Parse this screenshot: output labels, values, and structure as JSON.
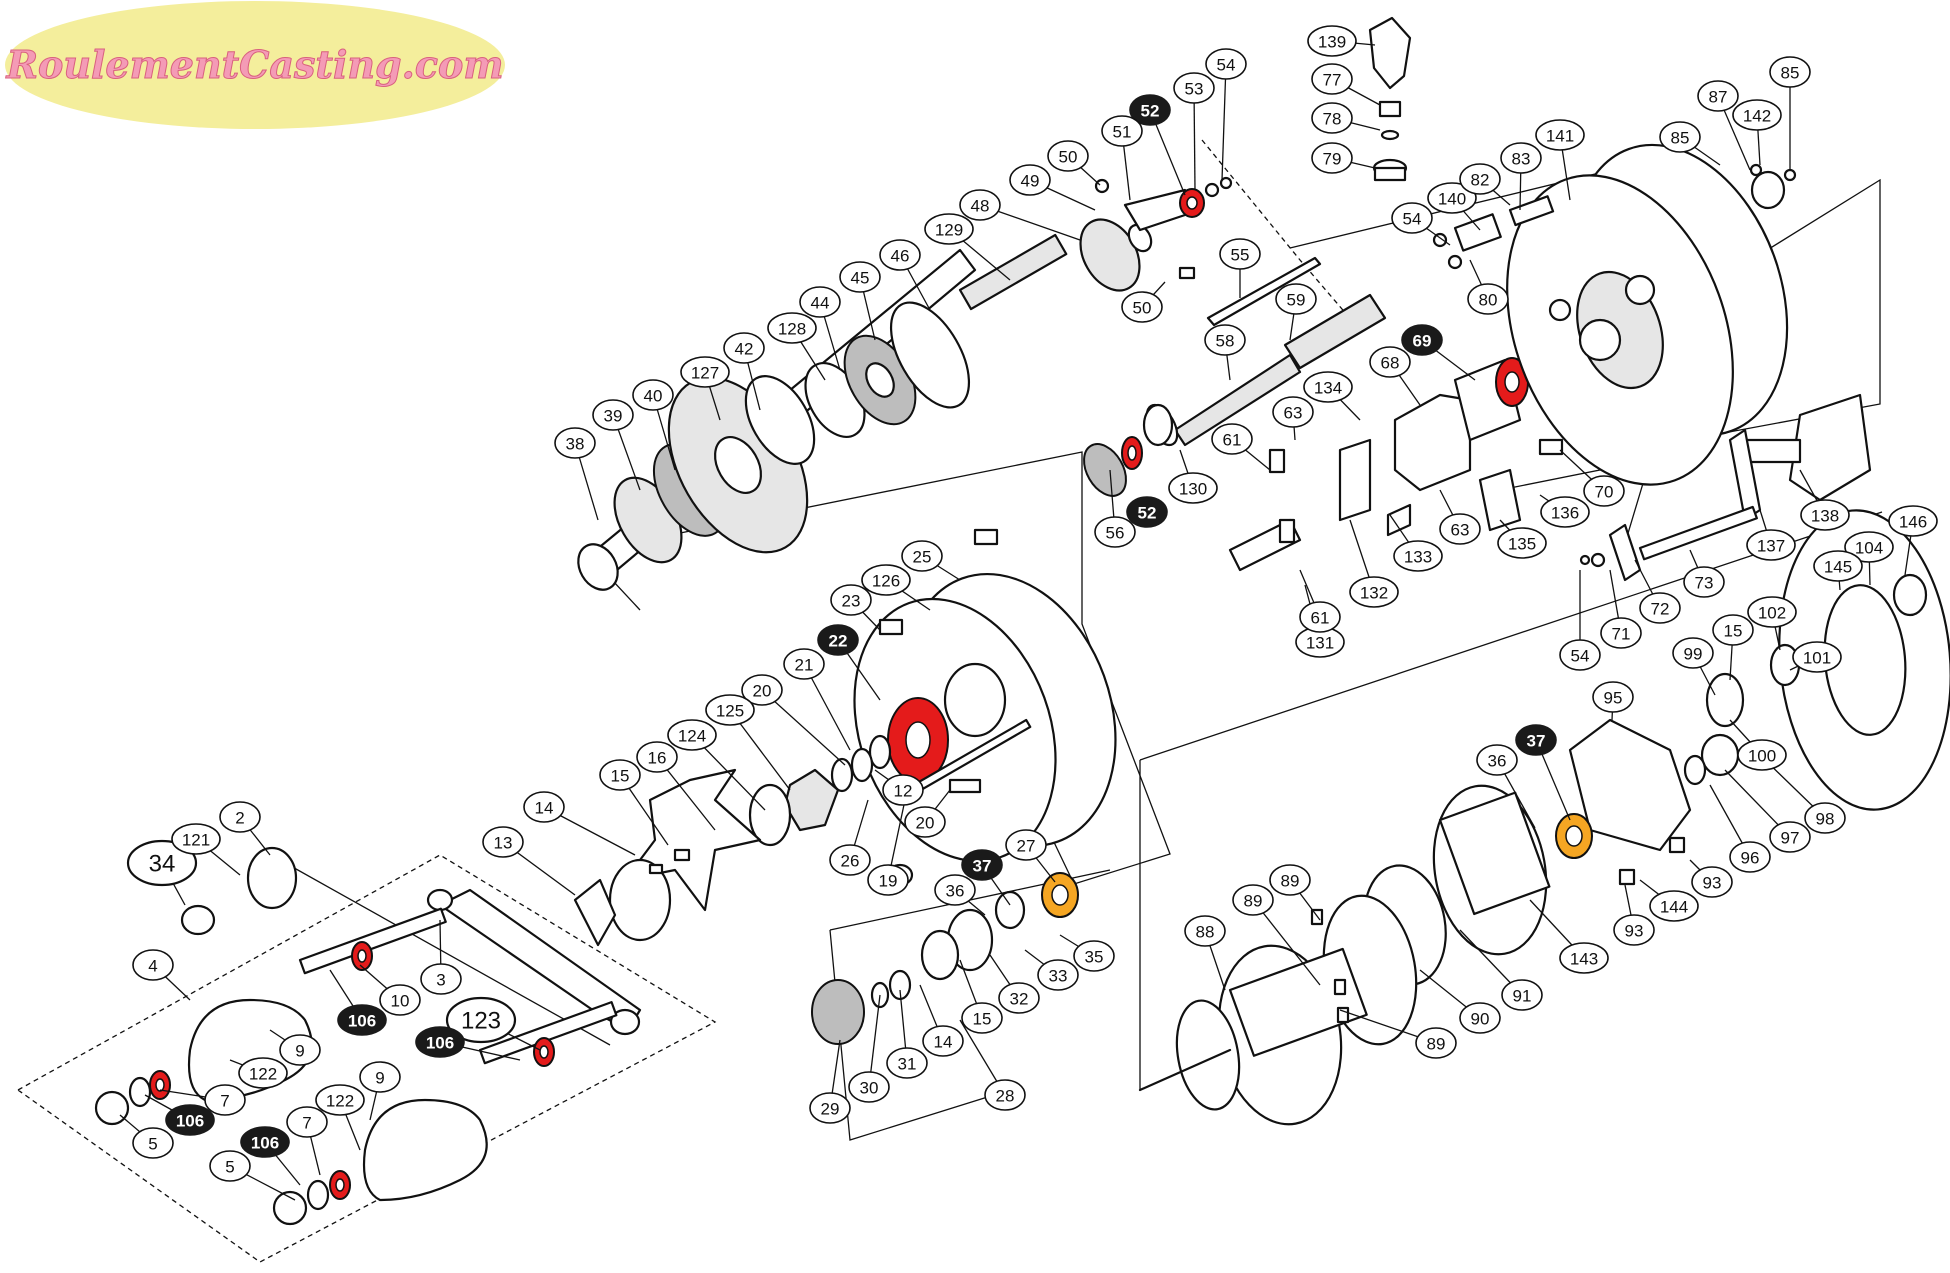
{
  "logo": {
    "text": "RoulementCasting.com"
  },
  "colors": {
    "bearing_red": "#e41b1b",
    "bearing_orange": "#f5a623",
    "logo_ellipse": "#f4ee9c",
    "logo_text": "#f49bb6"
  },
  "callouts": [
    {
      "id": "139",
      "style": "white"
    },
    {
      "id": "77",
      "style": "white"
    },
    {
      "id": "78",
      "style": "white"
    },
    {
      "id": "79",
      "style": "white"
    },
    {
      "id": "54",
      "style": "white"
    },
    {
      "id": "53",
      "style": "white"
    },
    {
      "id": "52",
      "style": "dark"
    },
    {
      "id": "51",
      "style": "white"
    },
    {
      "id": "50",
      "style": "white"
    },
    {
      "id": "49",
      "style": "white"
    },
    {
      "id": "48",
      "style": "white"
    },
    {
      "id": "129",
      "style": "white"
    },
    {
      "id": "46",
      "style": "white"
    },
    {
      "id": "45",
      "style": "white"
    },
    {
      "id": "44",
      "style": "white"
    },
    {
      "id": "128",
      "style": "white"
    },
    {
      "id": "42",
      "style": "white"
    },
    {
      "id": "127",
      "style": "white"
    },
    {
      "id": "40",
      "style": "white"
    },
    {
      "id": "39",
      "style": "white"
    },
    {
      "id": "38",
      "style": "white"
    },
    {
      "id": "50",
      "style": "white"
    },
    {
      "id": "55",
      "style": "white"
    },
    {
      "id": "59",
      "style": "white"
    },
    {
      "id": "58",
      "style": "white"
    },
    {
      "id": "69",
      "style": "dark"
    },
    {
      "id": "68",
      "style": "white"
    },
    {
      "id": "134",
      "style": "white"
    },
    {
      "id": "63",
      "style": "white"
    },
    {
      "id": "61",
      "style": "white"
    },
    {
      "id": "130",
      "style": "white"
    },
    {
      "id": "56",
      "style": "white"
    },
    {
      "id": "52",
      "style": "dark"
    },
    {
      "id": "133",
      "style": "white"
    },
    {
      "id": "63",
      "style": "white"
    },
    {
      "id": "132",
      "style": "white"
    },
    {
      "id": "131",
      "style": "white"
    },
    {
      "id": "61",
      "style": "white"
    },
    {
      "id": "135",
      "style": "white"
    },
    {
      "id": "136",
      "style": "white"
    },
    {
      "id": "70",
      "style": "white"
    },
    {
      "id": "54",
      "style": "white"
    },
    {
      "id": "140",
      "style": "white"
    },
    {
      "id": "82",
      "style": "white"
    },
    {
      "id": "83",
      "style": "white"
    },
    {
      "id": "141",
      "style": "white"
    },
    {
      "id": "80",
      "style": "white"
    },
    {
      "id": "85",
      "style": "white"
    },
    {
      "id": "87",
      "style": "white"
    },
    {
      "id": "142",
      "style": "white"
    },
    {
      "id": "85",
      "style": "white"
    },
    {
      "id": "138",
      "style": "white"
    },
    {
      "id": "137",
      "style": "white"
    },
    {
      "id": "73",
      "style": "white"
    },
    {
      "id": "72",
      "style": "white"
    },
    {
      "id": "71",
      "style": "white"
    },
    {
      "id": "54",
      "style": "white"
    },
    {
      "id": "146",
      "style": "white"
    },
    {
      "id": "104",
      "style": "white"
    },
    {
      "id": "145",
      "style": "white"
    },
    {
      "id": "102",
      "style": "white"
    },
    {
      "id": "15",
      "style": "white"
    },
    {
      "id": "99",
      "style": "white"
    },
    {
      "id": "101",
      "style": "white"
    },
    {
      "id": "100",
      "style": "white"
    },
    {
      "id": "95",
      "style": "white"
    },
    {
      "id": "37",
      "style": "dark"
    },
    {
      "id": "36",
      "style": "white"
    },
    {
      "id": "98",
      "style": "white"
    },
    {
      "id": "97",
      "style": "white"
    },
    {
      "id": "96",
      "style": "white"
    },
    {
      "id": "93",
      "style": "white"
    },
    {
      "id": "144",
      "style": "white"
    },
    {
      "id": "93",
      "style": "white"
    },
    {
      "id": "143",
      "style": "white"
    },
    {
      "id": "89",
      "style": "white"
    },
    {
      "id": "89",
      "style": "white"
    },
    {
      "id": "88",
      "style": "white"
    },
    {
      "id": "91",
      "style": "white"
    },
    {
      "id": "90",
      "style": "white"
    },
    {
      "id": "89",
      "style": "white"
    },
    {
      "id": "25",
      "style": "white"
    },
    {
      "id": "126",
      "style": "white"
    },
    {
      "id": "23",
      "style": "white"
    },
    {
      "id": "22",
      "style": "dark"
    },
    {
      "id": "21",
      "style": "white"
    },
    {
      "id": "20",
      "style": "white"
    },
    {
      "id": "125",
      "style": "white"
    },
    {
      "id": "124",
      "style": "white"
    },
    {
      "id": "16",
      "style": "white"
    },
    {
      "id": "15",
      "style": "white"
    },
    {
      "id": "14",
      "style": "white"
    },
    {
      "id": "13",
      "style": "white"
    },
    {
      "id": "12",
      "style": "white"
    },
    {
      "id": "20",
      "style": "white"
    },
    {
      "id": "26",
      "style": "white"
    },
    {
      "id": "19",
      "style": "white"
    },
    {
      "id": "27",
      "style": "white"
    },
    {
      "id": "37",
      "style": "dark"
    },
    {
      "id": "36",
      "style": "white"
    },
    {
      "id": "35",
      "style": "white"
    },
    {
      "id": "33",
      "style": "white"
    },
    {
      "id": "32",
      "style": "white"
    },
    {
      "id": "15",
      "style": "white"
    },
    {
      "id": "14",
      "style": "white"
    },
    {
      "id": "31",
      "style": "white"
    },
    {
      "id": "30",
      "style": "white"
    },
    {
      "id": "29",
      "style": "white"
    },
    {
      "id": "28",
      "style": "white"
    },
    {
      "id": "34",
      "style": "round"
    },
    {
      "id": "121",
      "style": "white"
    },
    {
      "id": "2",
      "style": "white"
    },
    {
      "id": "3",
      "style": "white"
    },
    {
      "id": "10",
      "style": "white"
    },
    {
      "id": "106",
      "style": "dark"
    },
    {
      "id": "9",
      "style": "white"
    },
    {
      "id": "122",
      "style": "white"
    },
    {
      "id": "7",
      "style": "white"
    },
    {
      "id": "106",
      "style": "dark"
    },
    {
      "id": "5",
      "style": "white"
    },
    {
      "id": "4",
      "style": "white"
    },
    {
      "id": "123",
      "style": "round"
    },
    {
      "id": "106",
      "style": "dark"
    },
    {
      "id": "9",
      "style": "white"
    },
    {
      "id": "122",
      "style": "white"
    },
    {
      "id": "7",
      "style": "white"
    },
    {
      "id": "106",
      "style": "dark"
    },
    {
      "id": "5",
      "style": "white"
    },
    {
      "id": "4",
      "style": "white"
    }
  ]
}
